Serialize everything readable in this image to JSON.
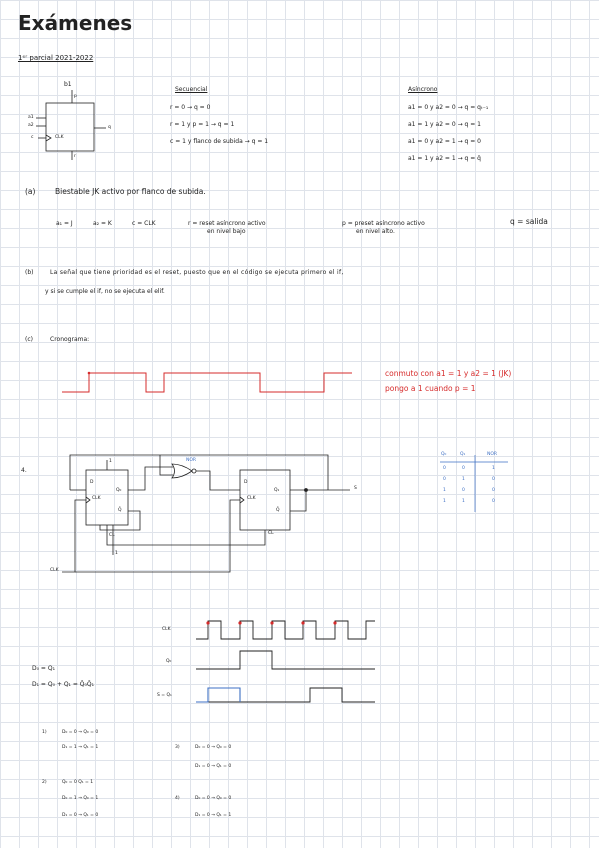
{
  "title": "Exámenes",
  "section": "1ᵉʳ parcial 2021-2022",
  "block": {
    "name": "b1",
    "pins": {
      "p": "p",
      "a1": "a1",
      "a2": "a2",
      "c": "c",
      "clk": "CLK",
      "q": "q",
      "r": "r"
    }
  },
  "secuencial": {
    "heading": "Secuencial",
    "lines": [
      "r = 0 → q = 0",
      "r = 1  y  p = 1 → q = 1",
      "c = 1  y  flanco de subida → q = 1"
    ]
  },
  "asincrono": {
    "heading": "Asíncrono",
    "lines": [
      "a1 = 0  y  a2 = 0  →  q = qₜ₋₁",
      "a1 = 1  y  a2 = 0  →  q = 1",
      "a1 = 0  y  a2 = 1  →  q = 0",
      "a1 = 1  y  a2 = 1  →  q = q̄"
    ]
  },
  "part_a": {
    "label": "(a)",
    "text": "Biestable JK activo por flanco de subida.",
    "defs": [
      "a₁ = J",
      "a₂ = K",
      "c = CLK",
      "r = reset asíncrono activo",
      "en nivel bajo",
      "p = preset asíncrono activo",
      "en nivel alto.",
      "q = salida"
    ]
  },
  "part_b": {
    "label": "(b)",
    "line1": "La señal que tiene prioridad es el reset, puesto que en el código se ejecuta primero el if,",
    "line2": "y si se cumple el if, no se ejecuta el elif."
  },
  "part_c": {
    "label": "(c)",
    "text": "Cronograma:",
    "note1": "conmuto con a1 = 1 y a2 = 1 (JK)",
    "note2": "pongo a 1 cuando p = 1"
  },
  "problem4": {
    "number": "4.",
    "ff1": {
      "d": "D",
      "clk": "CLK",
      "q": "Q₀",
      "qbar": "Q̄",
      "top": "1",
      "cl": "CL"
    },
    "ff2": {
      "d": "D",
      "clk": "CLK",
      "q": "Q₁",
      "qbar": "Q̄",
      "cl": "CL"
    },
    "gate": "NOR",
    "one": "1",
    "clk_label": "CLK",
    "s_label": "S",
    "truth_table": {
      "headers": [
        "Q₀",
        "Q₁",
        "NOR"
      ],
      "rows": [
        [
          "0",
          "0",
          "1"
        ],
        [
          "0",
          "1",
          "0"
        ],
        [
          "1",
          "0",
          "0"
        ],
        [
          "1",
          "1",
          "0"
        ]
      ]
    },
    "eq1": "D₀ = Q₁",
    "eq2": "D₁ = Q₀ + Q₁ = Q̄₀Q̄₁",
    "wave_labels": [
      "CLK",
      "Q₀",
      "S = Q₁"
    ],
    "steps": [
      {
        "n": "1)",
        "lines": [
          "D₀ = 0 → Q₀ = 0",
          "D₁ = 1 → Q₁ = 1"
        ]
      },
      {
        "n": "2)",
        "lines": [
          "Q₀ = 0      Q₁ = 1",
          "D₀ = 1 → Q₀ = 1",
          "D₁ = 0 → Q₁ = 0"
        ]
      },
      {
        "n": "3)",
        "lines": [
          "D₀ = 0 → Q₀ = 0",
          "D₁ = 0 → Q₁ = 0"
        ]
      },
      {
        "n": "4)",
        "lines": [
          "D₀ = 0 → Q₀ = 0",
          "D₁ = 0 → Q₁ = 1"
        ]
      }
    ]
  }
}
